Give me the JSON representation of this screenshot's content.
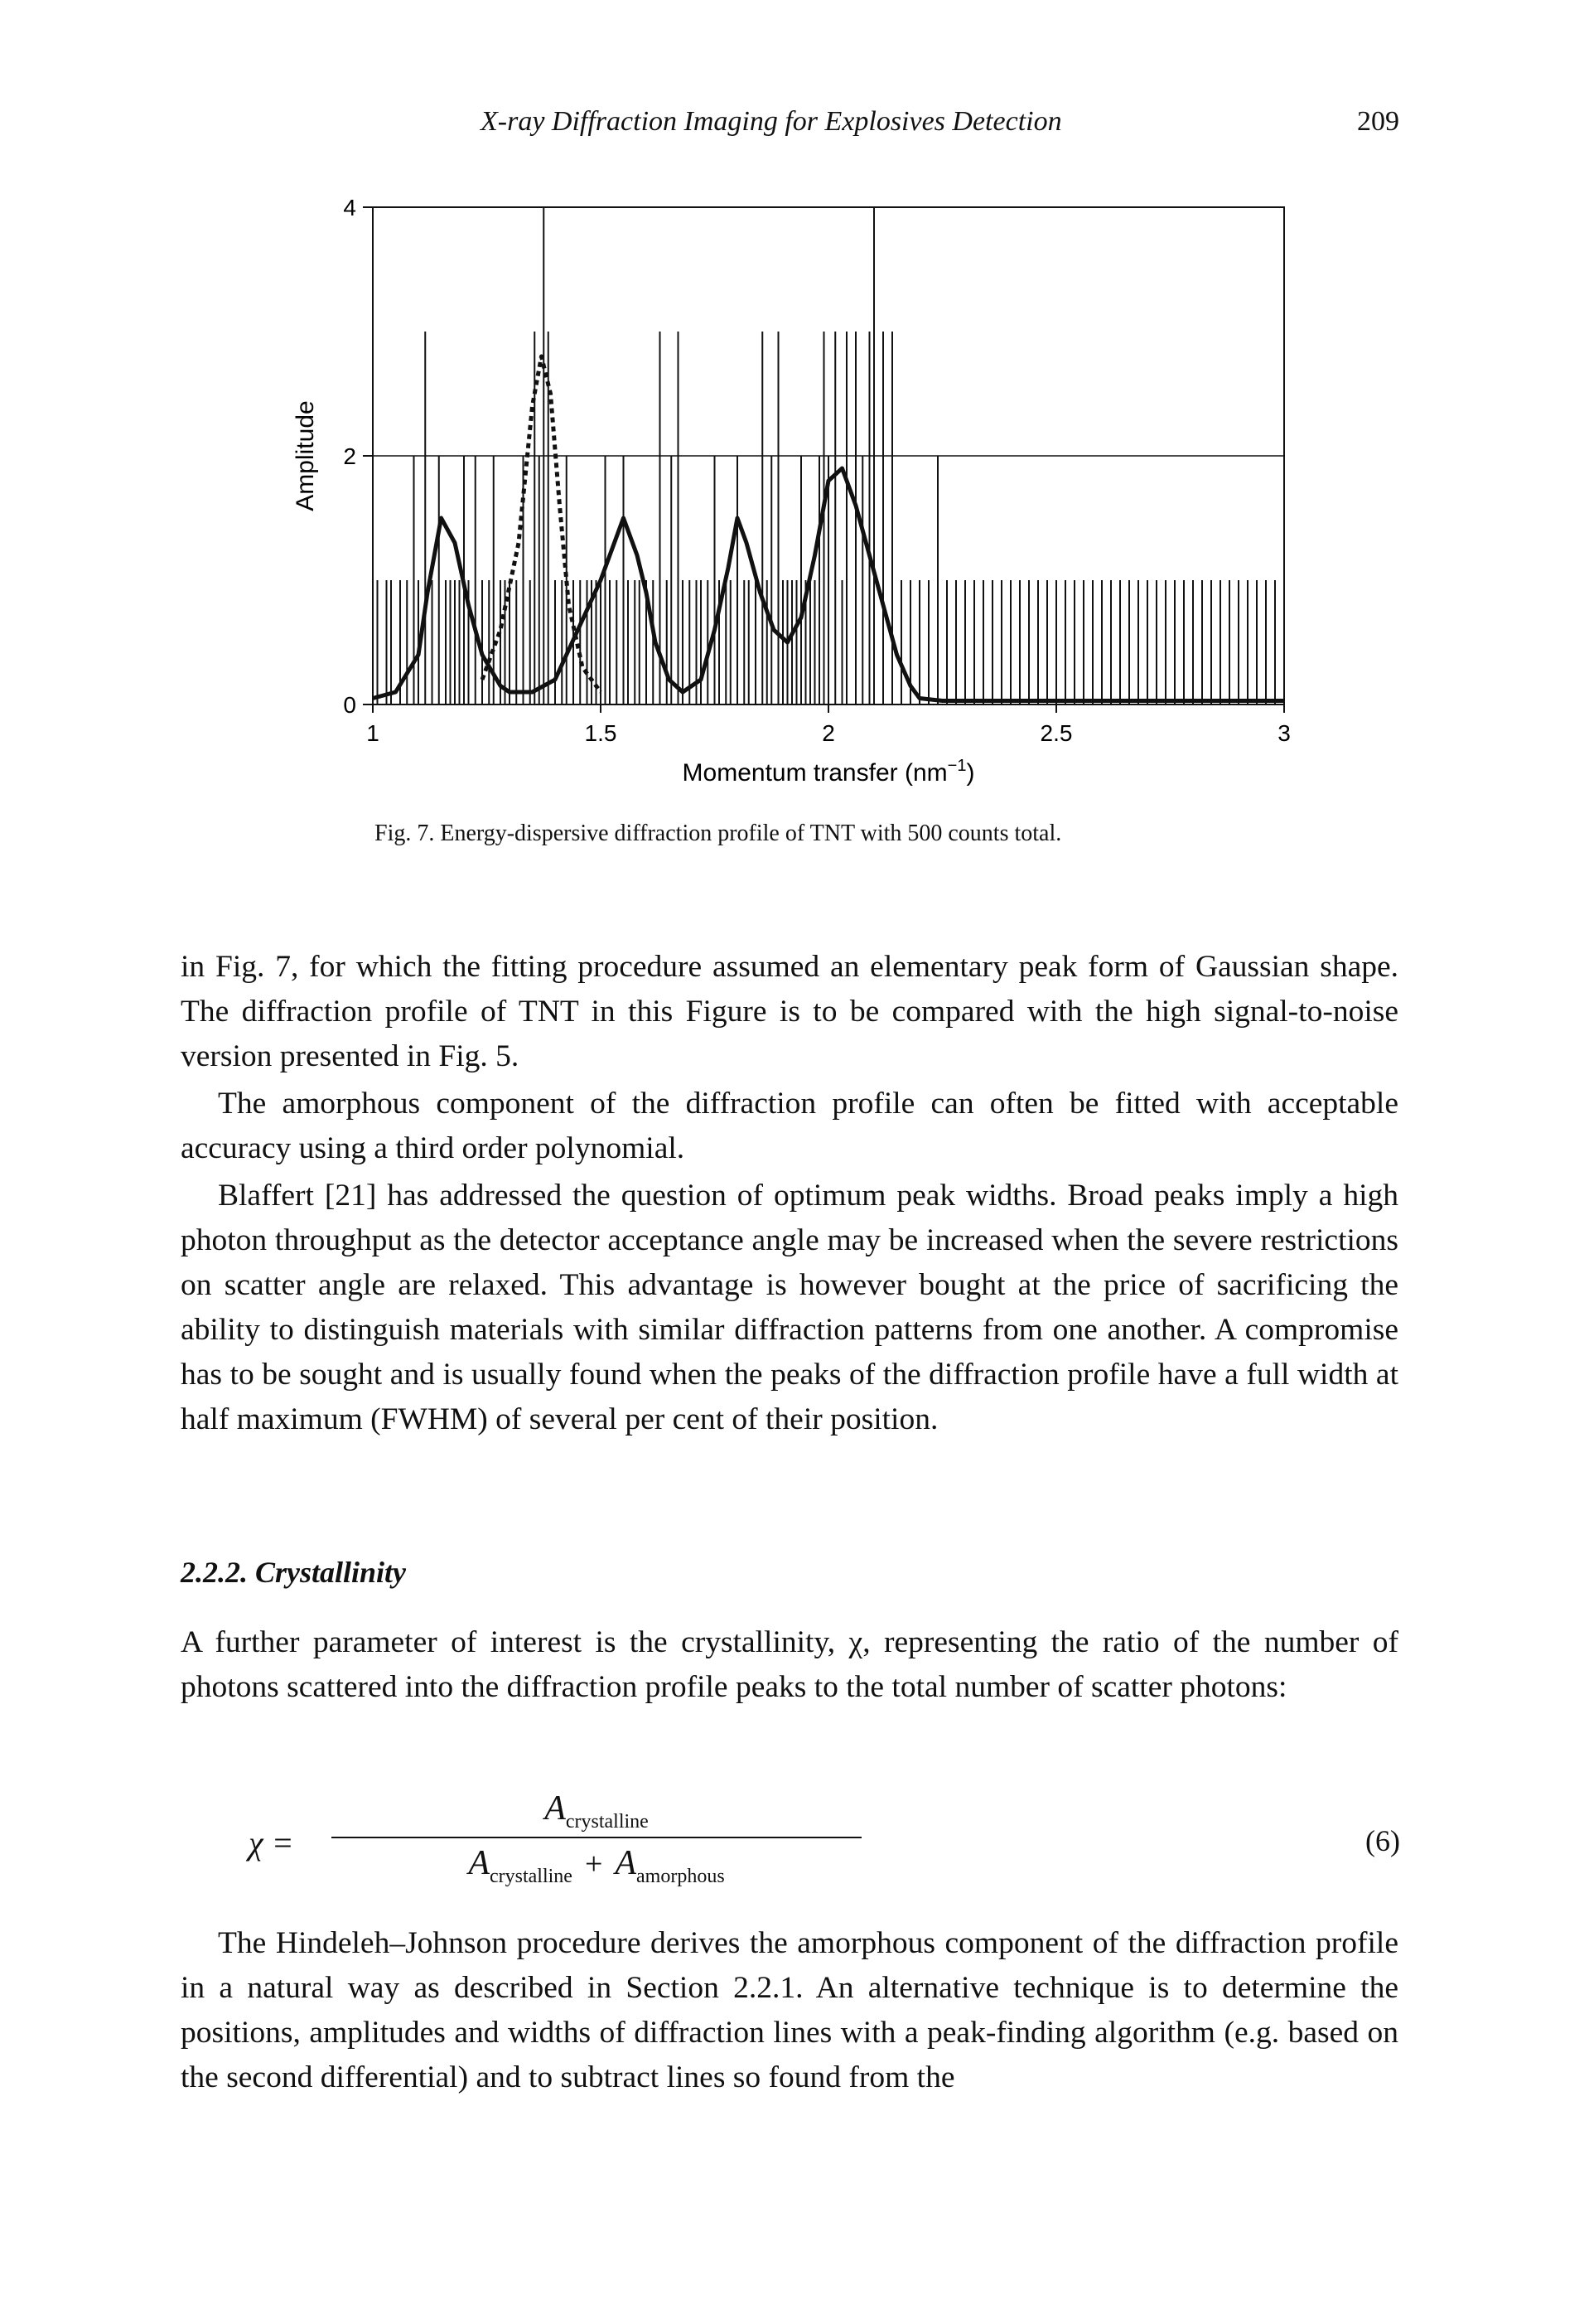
{
  "header": {
    "running_title": "X-ray Diffraction Imaging for Explosives Detection",
    "page_number": "209"
  },
  "figure": {
    "caption": "Fig. 7. Energy-dispersive diffraction profile of TNT with 500 counts total.",
    "chart_data": {
      "type": "line",
      "xlabel": "Momentum transfer (nm",
      "xlabel_sup": "−1",
      "xlabel_end": ")",
      "ylabel": "Amplitude",
      "xlim": [
        1,
        3
      ],
      "ylim": [
        0,
        4
      ],
      "xticks": [
        1,
        1.5,
        2,
        2.5,
        3
      ],
      "xtick_labels": [
        "1",
        "1.5",
        "2",
        "2.5",
        "3"
      ],
      "yticks": [
        0,
        2,
        4
      ],
      "ytick_labels": [
        "0",
        "2",
        "4"
      ],
      "grid": "horizontal at y=2",
      "series": [
        {
          "style": "histogram-spikes",
          "x": [
            1.01,
            1.03,
            1.04,
            1.06,
            1.075,
            1.09,
            1.1,
            1.115,
            1.13,
            1.145,
            1.16,
            1.17,
            1.18,
            1.19,
            1.2,
            1.21,
            1.225,
            1.24,
            1.255,
            1.265,
            1.28,
            1.29,
            1.3,
            1.315,
            1.33,
            1.345,
            1.355,
            1.365,
            1.375,
            1.385,
            1.4,
            1.415,
            1.425,
            1.44,
            1.455,
            1.47,
            1.48,
            1.49,
            1.5,
            1.51,
            1.52,
            1.535,
            1.55,
            1.56,
            1.575,
            1.585,
            1.6,
            1.615,
            1.63,
            1.645,
            1.655,
            1.67,
            1.68,
            1.695,
            1.71,
            1.72,
            1.735,
            1.75,
            1.76,
            1.775,
            1.785,
            1.8,
            1.815,
            1.825,
            1.84,
            1.855,
            1.865,
            1.875,
            1.89,
            1.9,
            1.91,
            1.92,
            1.93,
            1.94,
            1.95,
            1.96,
            1.97,
            1.98,
            1.99,
            2.0,
            2.015,
            2.03,
            2.04,
            2.06,
            2.075,
            2.09,
            2.1,
            2.12,
            2.14,
            2.16,
            2.18,
            2.2,
            2.22,
            2.24,
            2.26,
            2.28,
            2.3,
            2.32,
            2.34,
            2.36,
            2.38,
            2.4,
            2.42,
            2.44,
            2.46,
            2.48,
            2.5,
            2.52,
            2.54,
            2.56,
            2.58,
            2.6,
            2.62,
            2.64,
            2.66,
            2.68,
            2.7,
            2.72,
            2.74,
            2.76,
            2.78,
            2.8,
            2.82,
            2.84,
            2.86,
            2.88,
            2.9,
            2.92,
            2.94,
            2.96,
            2.98
          ],
          "y": [
            1,
            1,
            1,
            1,
            1,
            2,
            1,
            3,
            1,
            2,
            1,
            1,
            1,
            1,
            2,
            1,
            2,
            1,
            1,
            2,
            1,
            1,
            1,
            1,
            2,
            1,
            3,
            2,
            4,
            3,
            1,
            1,
            2,
            1,
            1,
            1,
            1,
            1,
            1,
            2,
            1,
            1,
            2,
            1,
            1,
            1,
            1,
            1,
            3,
            1,
            2,
            3,
            1,
            1,
            1,
            1,
            1,
            2,
            1,
            1,
            1,
            2,
            1,
            1,
            1,
            3,
            1,
            2,
            3,
            1,
            1,
            1,
            1,
            2,
            1,
            1,
            1,
            2,
            3,
            2,
            3,
            1,
            3,
            3,
            2,
            3,
            4,
            3,
            3,
            1,
            1,
            1,
            1,
            2,
            1,
            1,
            1,
            1,
            1,
            1,
            1,
            1,
            1,
            1,
            1,
            1,
            1,
            1,
            1,
            1,
            1,
            1,
            1,
            1,
            1,
            1,
            1,
            1,
            1,
            1,
            1,
            1,
            1,
            1,
            1,
            1,
            1,
            1,
            1,
            1,
            1,
            1
          ]
        },
        {
          "style": "solid-bold",
          "x": [
            1.0,
            1.05,
            1.1,
            1.12,
            1.15,
            1.18,
            1.21,
            1.24,
            1.28,
            1.3,
            1.35,
            1.4,
            1.45,
            1.5,
            1.55,
            1.58,
            1.6,
            1.62,
            1.65,
            1.68,
            1.72,
            1.75,
            1.78,
            1.8,
            1.82,
            1.85,
            1.88,
            1.91,
            1.94,
            1.97,
            2.0,
            2.03,
            2.06,
            2.09,
            2.12,
            2.15,
            2.18,
            2.2,
            2.25,
            2.3,
            2.4,
            2.5,
            2.6,
            2.7,
            2.8,
            2.9,
            3.0
          ],
          "y": [
            0.05,
            0.1,
            0.4,
            0.9,
            1.5,
            1.3,
            0.8,
            0.4,
            0.15,
            0.1,
            0.1,
            0.2,
            0.6,
            1.0,
            1.5,
            1.2,
            0.9,
            0.5,
            0.2,
            0.1,
            0.2,
            0.6,
            1.1,
            1.5,
            1.3,
            0.9,
            0.6,
            0.5,
            0.7,
            1.2,
            1.8,
            1.9,
            1.6,
            1.2,
            0.8,
            0.4,
            0.15,
            0.05,
            0.03,
            0.03,
            0.03,
            0.03,
            0.03,
            0.03,
            0.03,
            0.03,
            0.03
          ]
        },
        {
          "style": "dashed",
          "x": [
            1.24,
            1.28,
            1.32,
            1.35,
            1.37,
            1.39,
            1.41,
            1.43,
            1.46,
            1.5
          ],
          "y": [
            0.2,
            0.6,
            1.3,
            2.4,
            2.8,
            2.5,
            1.6,
            0.8,
            0.3,
            0.1
          ]
        }
      ]
    }
  },
  "body_top": [
    "in Fig. 7, for which the fitting procedure assumed an elementary peak form of Gaussian shape. The diffraction profile of TNT in this Figure is to be compared with the high signal-to-noise version presented in Fig. 5.",
    "The amorphous component of the diffraction profile can often be fitted with acceptable accuracy using a third order polynomial.",
    "Blaffert [21] has addressed the question of optimum peak widths. Broad peaks imply a high photon throughput as the detector acceptance angle may be increased when the severe restrictions on scatter angle are relaxed. This advantage is however bought at the price of sacrificing the ability to distinguish materials with similar diffraction patterns from one another. A compromise has to be sought and is usually found when the peaks of the diffraction profile have a full width at half maximum (FWHM) of several per cent of their position."
  ],
  "section": {
    "heading": "2.2.2. Crystallinity",
    "intro": "A further parameter of interest is the crystallinity, χ, representing the ratio of the number of photons scattered into the diffraction profile peaks to the total number of scatter photons:"
  },
  "equation": {
    "lhs": "χ =",
    "A": "A",
    "crystalline": "crystalline",
    "amorphous": "amorphous",
    "plus": "+",
    "number": "(6)"
  },
  "body_bottom": "The Hindeleh–Johnson procedure derives the amorphous component of the diffraction profile in a natural way as described in Section 2.2.1. An alternative technique is to determine the positions, amplitudes and widths of diffraction lines with a peak-finding algorithm (e.g. based on the second differential) and to subtract lines so found from the"
}
